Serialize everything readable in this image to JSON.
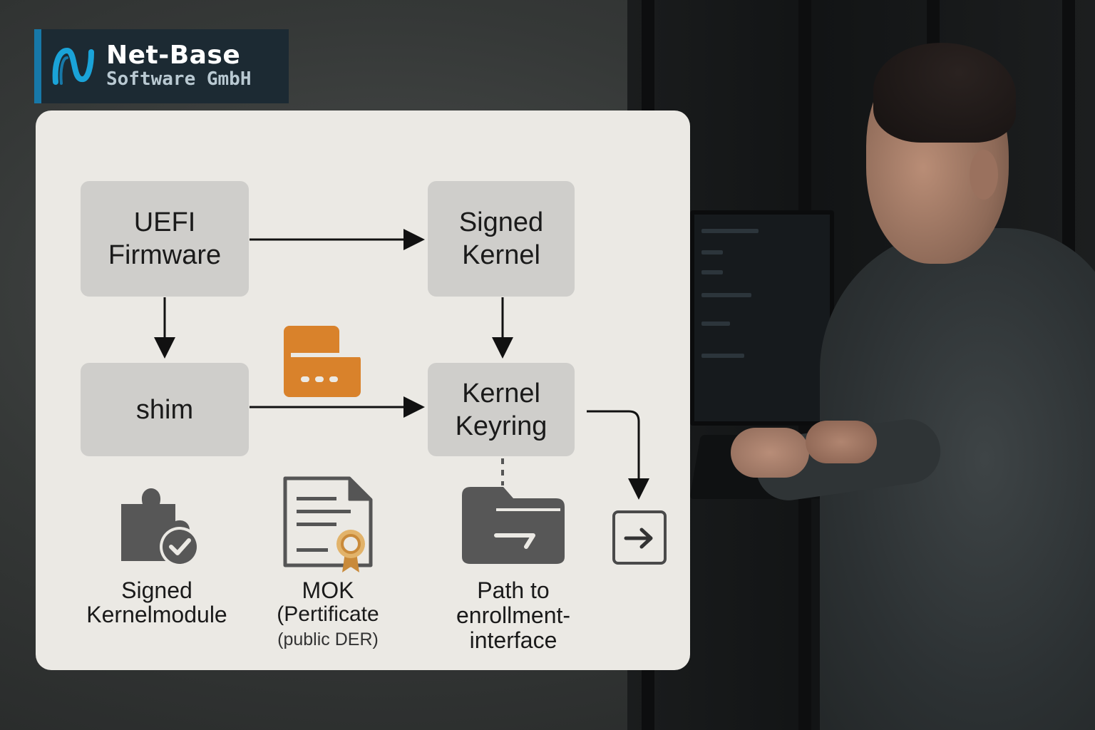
{
  "logo": {
    "title": "Net-Base",
    "subtitle": "Software GmbH"
  },
  "diagram": {
    "uefi": {
      "line1": "UEFI",
      "line2": "Firmware"
    },
    "signed_kernel": {
      "line1": "Signed",
      "line2": "Kernel"
    },
    "shim": {
      "label": "shim"
    },
    "kernel_keyring": {
      "line1": "Kernel",
      "line2": "Keyring"
    },
    "signed_module": {
      "line1": "Signed",
      "line2": "Kernelmodule"
    },
    "mok": {
      "line1": "MOK",
      "line2": "(Pertificate",
      "line3": "(public DER)"
    },
    "path": {
      "line1": "Path to",
      "line2": "enrollment-",
      "line3": "interface"
    }
  },
  "colors": {
    "panel": "#ebe9e4",
    "box": "#cfcecb",
    "accent_orange": "#d9822b",
    "icon_gray": "#555555",
    "logo_blue": "#1778a8"
  },
  "icons": {
    "logo": "net-base-logo-icon",
    "card": "id-card-icon",
    "module": "puzzle-check-icon",
    "certificate": "certificate-icon",
    "folder": "folder-arrow-icon",
    "enroll": "enroll-arrow-icon"
  }
}
